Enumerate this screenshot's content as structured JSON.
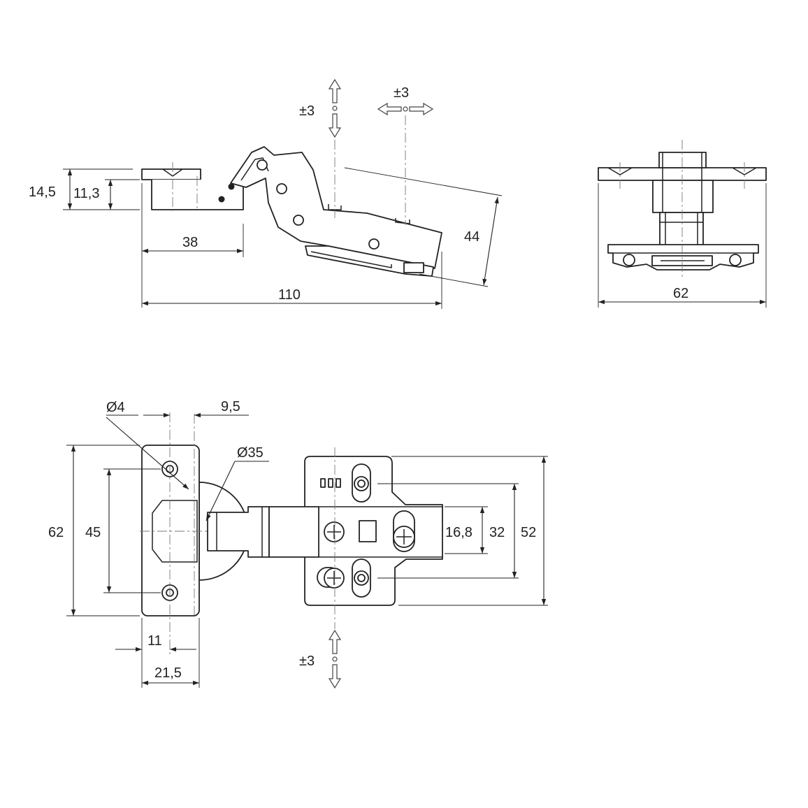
{
  "dimensions": {
    "side_height_outer": "14,5",
    "side_height_inner": "11,3",
    "side_plate_length": "38",
    "side_total_length": "110",
    "side_angle_height": "44",
    "front_width": "62",
    "plan_cup_diameter": "Ø35",
    "plan_hole_diameter": "Ø4",
    "plan_cup_offset": "9,5",
    "plan_plate_height": "62",
    "plan_hole_spacing": "45",
    "plan_edge_offset": "11",
    "plan_plate_width": "21,5",
    "plan_slot_spacing_inner": "16,8",
    "plan_slot_spacing": "32",
    "plan_base_height": "52"
  },
  "adjustments": {
    "depth_adjust": "±3",
    "side_adjust": "±3",
    "height_adjust": "±3"
  },
  "colors": {
    "line": "#222222",
    "center_line": "#777777",
    "background": "#ffffff"
  }
}
